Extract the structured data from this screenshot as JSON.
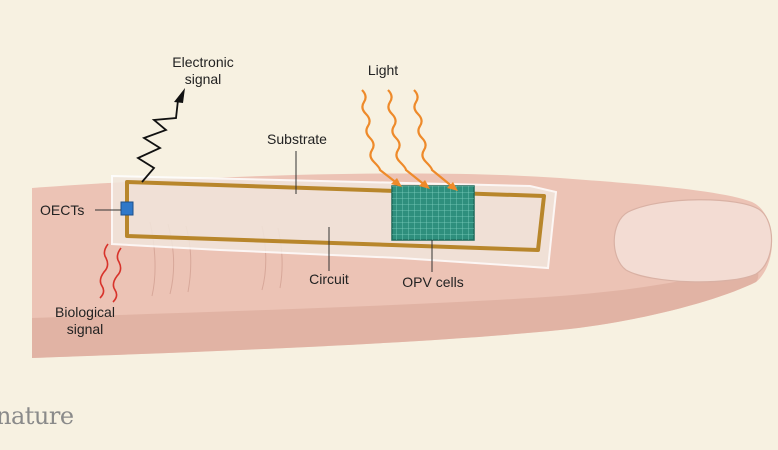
{
  "labels": {
    "electronic_signal": [
      "Electronic",
      "signal"
    ],
    "light": "Light",
    "substrate": "Substrate",
    "oects": "OECTs",
    "circuit": "Circuit",
    "opv_cells": "OPV cells",
    "biological_signal": [
      "Biological",
      "signal"
    ]
  },
  "logo": "nature",
  "colors": {
    "background": "#f7f1e1",
    "skin": "#ecc3b5",
    "skin_shadow": "#d9a596",
    "nail": "#f3dcd3",
    "substrate": "#f1e6dc",
    "circuit": "#b8862b",
    "opv": "#2e8f7d",
    "oect": "#2f78c9",
    "light_rays": "#ee8a2a",
    "bio_signal": "#d8332b",
    "leader": "#333333"
  }
}
